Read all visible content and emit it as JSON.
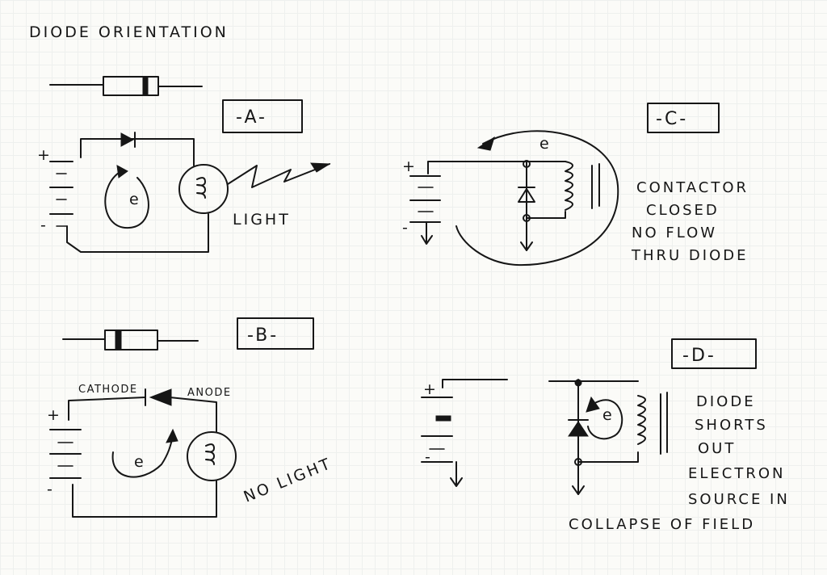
{
  "title": "DIODE ORIENTATION",
  "panels": {
    "a": {
      "label": "-A-",
      "electron": "e",
      "lamp_caption": "LIGHT",
      "plus": "+",
      "minus": "-"
    },
    "b": {
      "label": "-B-",
      "cathode": "CATHODE",
      "anode": "ANODE",
      "electron": "e",
      "lamp_caption": "NO LIGHT",
      "plus": "+",
      "minus": "-"
    },
    "c": {
      "label": "-C-",
      "electron": "e",
      "plus": "+",
      "minus": "-",
      "note": [
        "CONTACTOR",
        "CLOSED",
        "NO FLOW",
        "THRU DIODE"
      ]
    },
    "d": {
      "label": "-D-",
      "electron": "e",
      "plus": "+",
      "minus": "-",
      "note": [
        "DIODE",
        "SHORTS",
        "OUT",
        "ELECTRON",
        "SOURCE IN",
        "COLLAPSE OF FIELD"
      ]
    }
  }
}
